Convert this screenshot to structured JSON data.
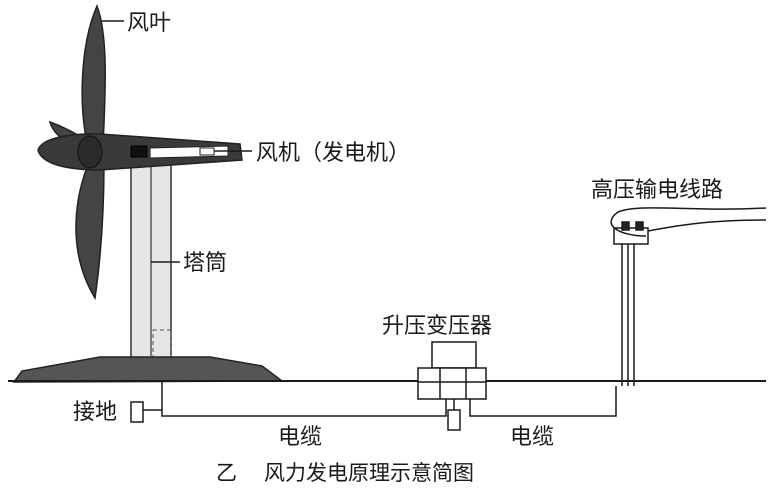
{
  "labels": {
    "blade": "风叶",
    "nacelle": "风机（发电机）",
    "tower": "塔筒",
    "transmission_line": "高压输电线路",
    "transformer": "升压变压器",
    "ground": "接地",
    "cable_left": "电缆",
    "cable_right": "电缆"
  },
  "caption": {
    "prefix": "乙",
    "title": "风力发电原理示意简图"
  }
}
